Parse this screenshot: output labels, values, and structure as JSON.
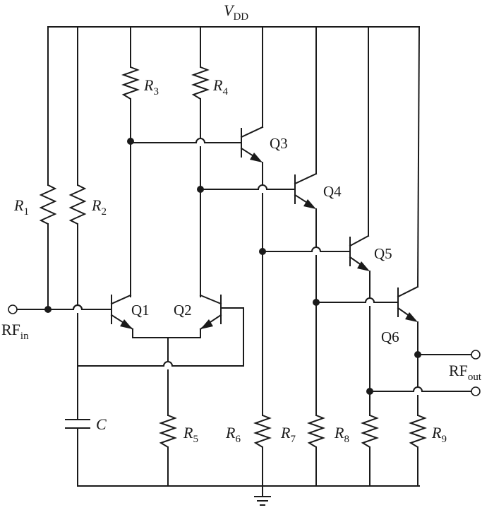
{
  "supply": {
    "main": "V",
    "sub": "DD"
  },
  "resistors": [
    {
      "id": "r1",
      "main": "R",
      "sub": "1"
    },
    {
      "id": "r2",
      "main": "R",
      "sub": "2"
    },
    {
      "id": "r3",
      "main": "R",
      "sub": "3"
    },
    {
      "id": "r4",
      "main": "R",
      "sub": "4"
    },
    {
      "id": "r5",
      "main": "R",
      "sub": "5"
    },
    {
      "id": "r6",
      "main": "R",
      "sub": "6"
    },
    {
      "id": "r7",
      "main": "R",
      "sub": "7"
    },
    {
      "id": "r8",
      "main": "R",
      "sub": "8"
    },
    {
      "id": "r9",
      "main": "R",
      "sub": "9"
    }
  ],
  "capacitor": {
    "main": "C"
  },
  "transistors": [
    "Q1",
    "Q2",
    "Q3",
    "Q4",
    "Q5",
    "Q6"
  ],
  "input_port": {
    "main": "RF",
    "sub": "in"
  },
  "output_port": {
    "main": "RF",
    "sub": "out"
  }
}
